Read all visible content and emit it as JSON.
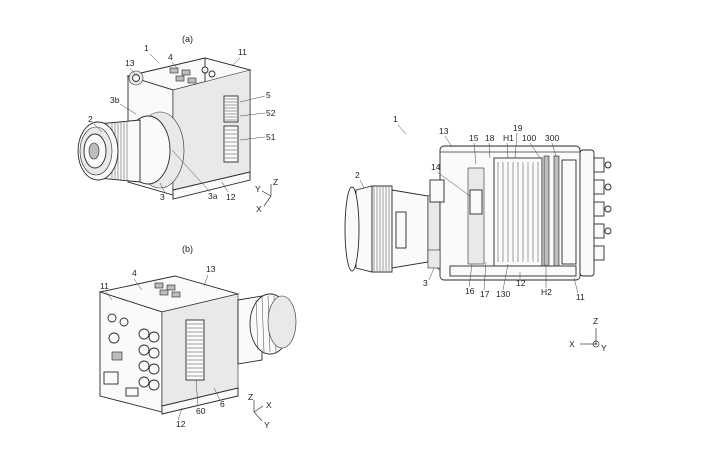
{
  "figure_a": {
    "caption": "(a)",
    "labels": [
      "1",
      "4",
      "11",
      "13",
      "3b",
      "5",
      "52",
      "2",
      "51",
      "3a",
      "12",
      "3"
    ],
    "axes": {
      "z": "Z",
      "y": "Y",
      "x": "X"
    }
  },
  "figure_b": {
    "caption": "(b)",
    "labels": [
      "4",
      "13",
      "11",
      "60",
      "6",
      "12"
    ],
    "axes": {
      "z": "Z",
      "x": "X",
      "y": "Y"
    }
  },
  "figure_c": {
    "labels": [
      "1",
      "13",
      "15",
      "18",
      "H1",
      "19",
      "100",
      "300",
      "14",
      "2",
      "3",
      "16",
      "17",
      "130",
      "12",
      "H2",
      "11"
    ],
    "axes": {
      "z": "Z",
      "x": "X",
      "y": "Y"
    }
  }
}
